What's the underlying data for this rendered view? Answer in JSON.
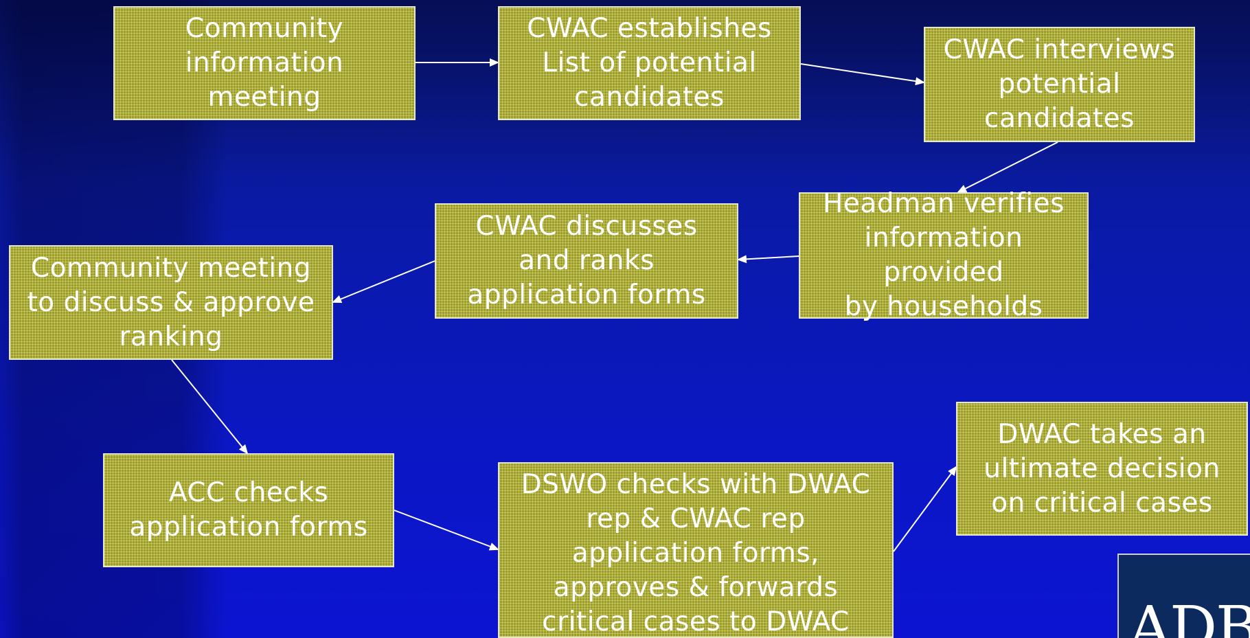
{
  "nodes": {
    "community_info_meeting": "Community\ninformation\nmeeting",
    "cwac_establishes": "CWAC establishes\nList of potential\ncandidates",
    "cwac_interviews": "CWAC interviews\npotential\ncandidates",
    "headman_verifies": "Headman verifies\ninformation provided\nby households",
    "cwac_discusses": "CWAC discusses\nand ranks\napplication forms",
    "community_meeting_approve": "Community meeting\nto discuss & approve\nranking",
    "acc_checks": "ACC checks\napplication forms",
    "dswo_checks": "DSWO checks with DWAC\nrep & CWAC rep\napplication forms,\napproves & forwards\ncritical cases to DWAC",
    "dwac_decision": "DWAC takes an\nultimate decision\non critical cases"
  },
  "logo": {
    "text": "ADB"
  },
  "colors": {
    "box_fill": "#9c9c2a",
    "box_border": "#e6e6c8",
    "arrow": "#ffffff",
    "background": "#0b17c4"
  }
}
